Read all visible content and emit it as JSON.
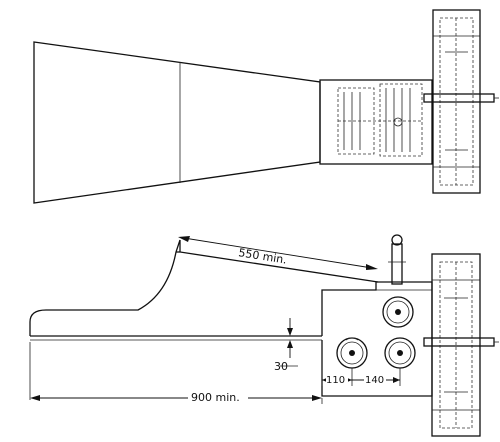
{
  "dimensions": {
    "d550": "550 min.",
    "d900": "900 min.",
    "d30": "30",
    "d110": "110",
    "d140": "140"
  }
}
